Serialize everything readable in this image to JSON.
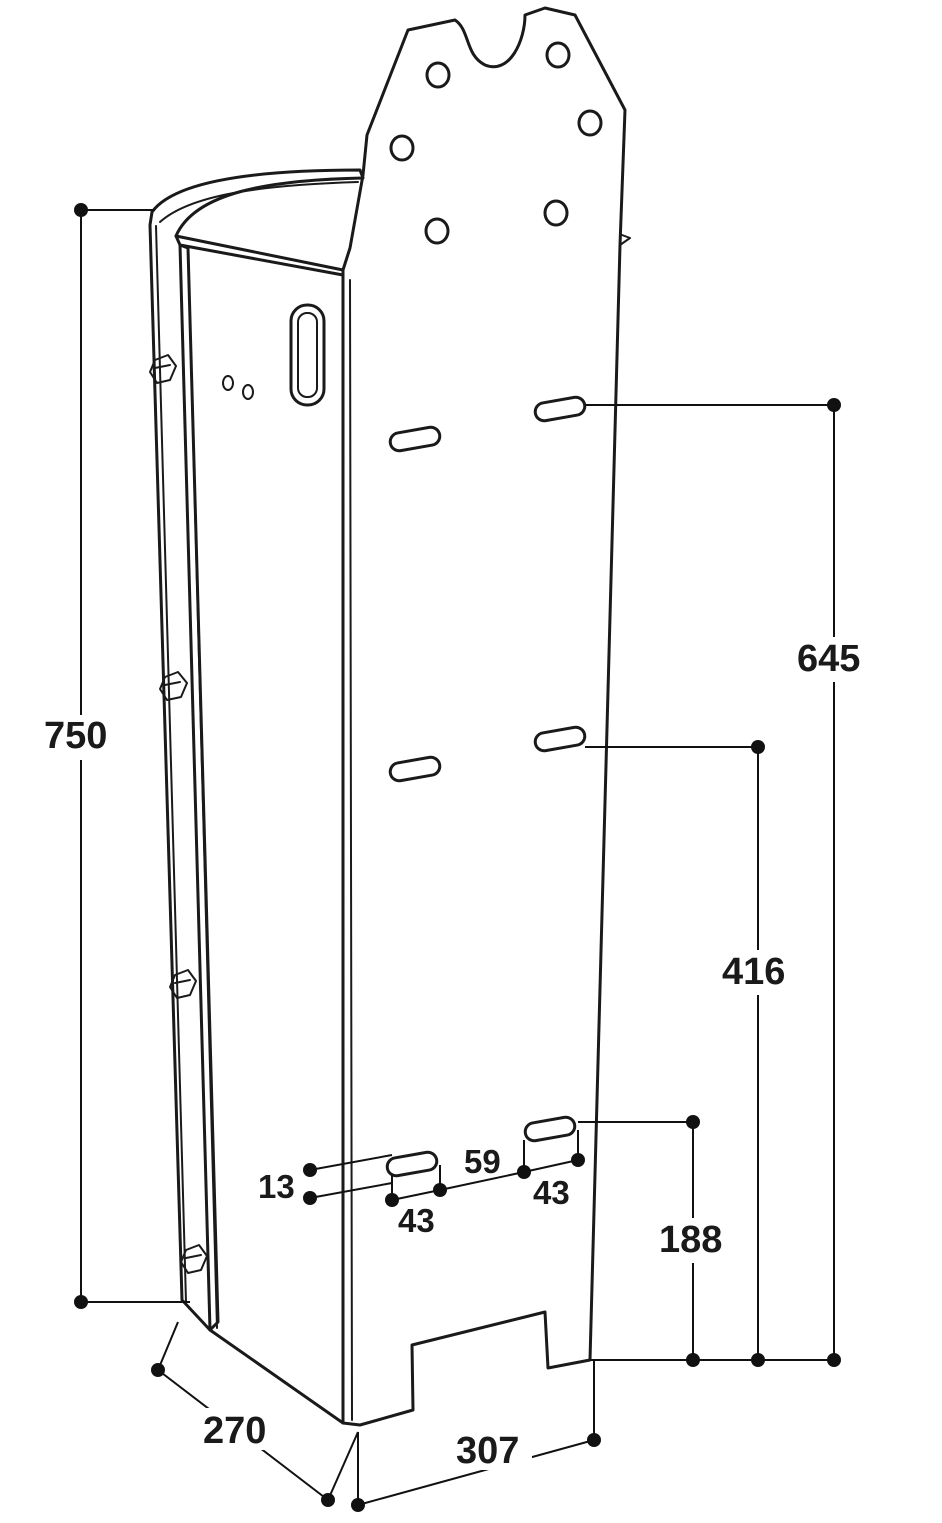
{
  "dimensions": {
    "height_total": "750",
    "slot_upper": "645",
    "slot_middle": "416",
    "slot_lower": "188",
    "width_side": "270",
    "width_front": "307",
    "slot_height": "13",
    "slot_length_left": "43",
    "slot_length_right": "43",
    "slot_spacing": "59"
  },
  "colors": {
    "line": "#1a1a1a",
    "background": "#ffffff"
  }
}
